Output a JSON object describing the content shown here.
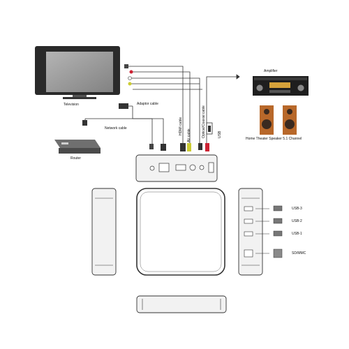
{
  "labels": {
    "television": "Television",
    "amplifier": "Amplifier",
    "speakers": "Home Theater Speaker 5.1 Channel",
    "router": "Router",
    "network_cable": "Network cable",
    "adaptor_cable": "Adaptor cable",
    "hdmi_cable": "HDMI cable",
    "av_cable": "AV cable",
    "optical_cable": "Optical/Coaxial cable",
    "usb": "USB",
    "usb3": "USB-3",
    "usb2": "USB-2",
    "usb1": "USB-1",
    "sd_mmc": "SD/MMC"
  },
  "colors": {
    "line": "#333333",
    "device_fill": "#f2f2f2",
    "tv_frame": "#2a2a2a",
    "tv_screen": "#9a9a9a",
    "amplifier_body": "#1e1e1e",
    "amplifier_display": "#d6a23a",
    "speaker_body": "#b8682a",
    "speaker_driver": "#3a2a20"
  },
  "icons": {
    "television": "tv-icon",
    "amplifier": "amplifier-icon",
    "speakers": "speaker-icon",
    "router": "router-icon",
    "usb_drive": "usb-drive-icon",
    "sd_card": "sd-card-icon"
  }
}
